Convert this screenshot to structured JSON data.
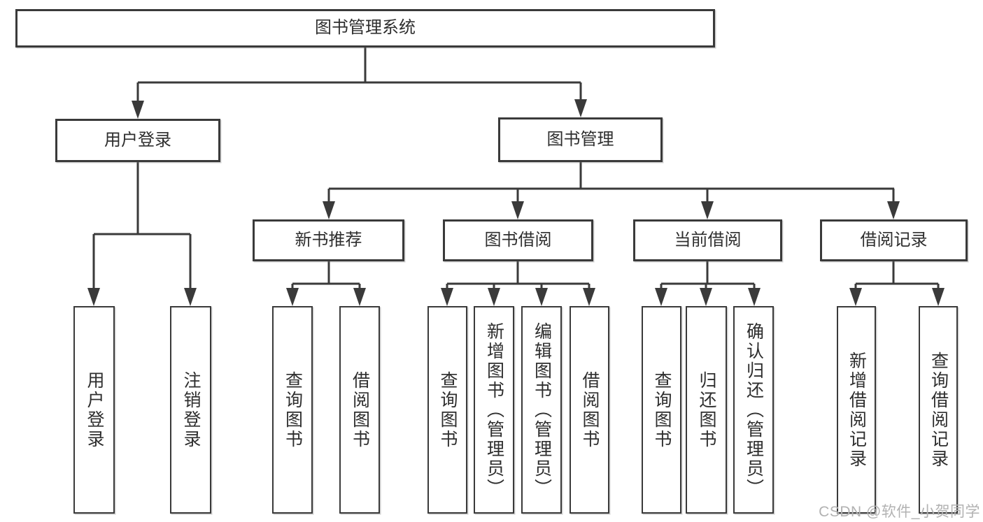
{
  "diagram": {
    "title": "图书管理系统",
    "type": "hierarchy-tree",
    "nodes": {
      "root": "图书管理系统",
      "user_login": "用户登录",
      "book_management": "图书管理",
      "user_login_leaf": "用户登录",
      "logout": "注销登录",
      "new_book_rec": "新书推荐",
      "book_borrow": "图书借阅",
      "current_borrow": "当前借阅",
      "borrow_record": "借阅记录",
      "rec_query_book": "查询图书",
      "rec_borrow_book": "借阅图书",
      "bb_query_book": "查询图书",
      "bb_add_book": "新增图书（管理员）",
      "bb_edit_book": "编辑图书（管理员）",
      "bb_borrow_book": "借阅图书",
      "cb_query_book": "查询图书",
      "cb_return_book": "归还图书",
      "cb_confirm_return": "确认归还（管理员）",
      "br_add_record": "新增借阅记录",
      "br_query_record": "查询借阅记录"
    },
    "structure": [
      {
        "parent": "图书管理系统",
        "children": [
          "用户登录",
          "图书管理"
        ]
      },
      {
        "parent": "用户登录",
        "children": [
          "用户登录",
          "注销登录"
        ]
      },
      {
        "parent": "图书管理",
        "children": [
          "新书推荐",
          "图书借阅",
          "当前借阅",
          "借阅记录"
        ]
      },
      {
        "parent": "新书推荐",
        "children": [
          "查询图书",
          "借阅图书"
        ]
      },
      {
        "parent": "图书借阅",
        "children": [
          "查询图书",
          "新增图书（管理员）",
          "编辑图书（管理员）",
          "借阅图书"
        ]
      },
      {
        "parent": "当前借阅",
        "children": [
          "查询图书",
          "归还图书",
          "确认归还（管理员）"
        ]
      },
      {
        "parent": "借阅记录",
        "children": [
          "新增借阅记录",
          "查询借阅记录"
        ]
      }
    ],
    "colors": {
      "line": "#3a3a3a",
      "border": "#3a3a3a",
      "text": "#2e2e2e",
      "background": "#ffffff",
      "watermark": "#b2b2b2"
    }
  },
  "watermark": "CSDN @软件_小贺同学"
}
